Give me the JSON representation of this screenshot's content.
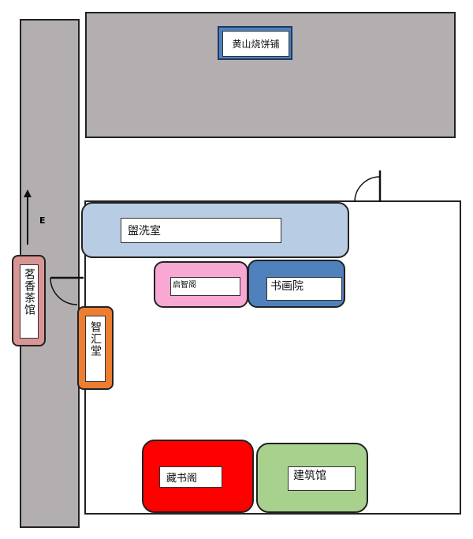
{
  "map": {
    "top_shop": {
      "label": "黄山烧饼铺"
    },
    "compass": {
      "direction_label": "E"
    },
    "rooms": {
      "washroom": {
        "label": "盥洗室",
        "color": "#b8cce4"
      },
      "qizhi": {
        "label": "启智阁",
        "color": "#f9a8d4"
      },
      "shuhua": {
        "label": "书画院",
        "color": "#4f81bd"
      },
      "zhihui": {
        "label": "智汇堂",
        "color": "#ed7d31"
      },
      "mingxiang": {
        "label": "茗香茶馆",
        "color": "#d99594"
      },
      "cangshu": {
        "label": "藏书阁",
        "color": "#ff0000"
      },
      "jianzhu": {
        "label": "建筑馆",
        "color": "#a9d18e"
      }
    },
    "colors": {
      "road": "#b3afb0",
      "shop_frame": "#4f81bd",
      "outline": "#222222"
    }
  }
}
